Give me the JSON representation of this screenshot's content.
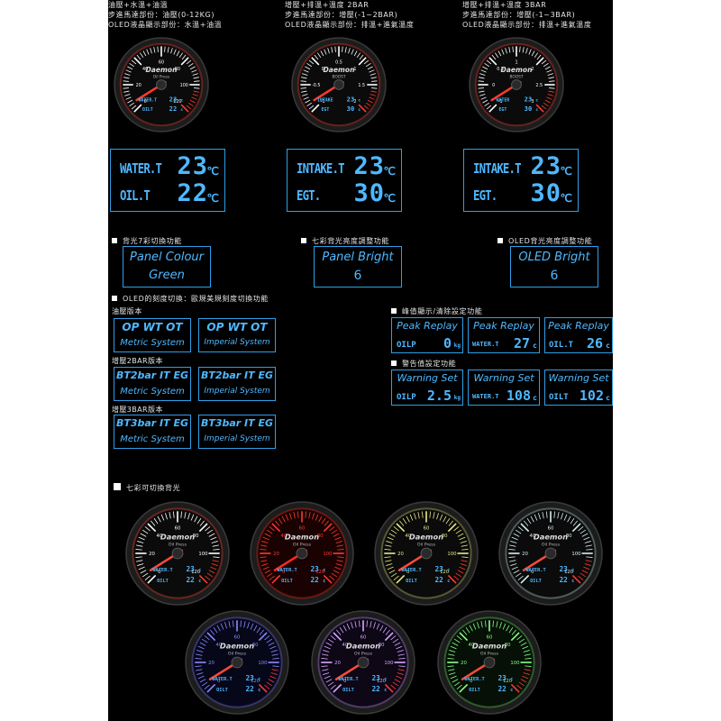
{
  "headers": [
    {
      "line1": "油壓+水溫+油溫",
      "line2": "步進馬達部份：油壓(0-12KG)",
      "line3": "OLED液晶顯示部份：水溫+油溫"
    },
    {
      "line1": "增壓+排溫+溫度 2BAR",
      "line2": "步進馬達部份：增壓(-1~2BAR)",
      "line3": "OLED液晶顯示部份：排溫+進氣溫度"
    },
    {
      "line1": "增壓+排溫+溫度 3BAR",
      "line2": "步進馬達部份：增壓(-1~3BAR)",
      "line3": "OLED液晶顯示部份：排溫+進氣溫度"
    }
  ],
  "gauge_text": {
    "brand": "Daemon",
    "sub_oil": "Oil Press",
    "sub_boost": "BOOST"
  },
  "top_gauges": [
    {
      "ticks": [
        "0",
        "20",
        "40",
        "60",
        "80",
        "100",
        "120"
      ],
      "lbl1": "WATER.T",
      "v1": "23",
      "lbl2": "OILT",
      "v2": "22",
      "unit": "c",
      "accent": "#ff3a2e"
    },
    {
      "ticks": [
        "-1",
        "-0.5",
        "0",
        "0.5",
        "1",
        "1.5",
        "2"
      ],
      "lbl1": "INTAKE",
      "v1": "23",
      "lbl2": "EGT",
      "v2": "30",
      "unit": "c",
      "accent": "#ff3a2e"
    },
    {
      "ticks": [
        "-1",
        "0",
        "0.5",
        "1",
        "2",
        "2.5",
        "3"
      ],
      "lbl1": "WATER",
      "v1": "23",
      "lbl2": "EGT",
      "v2": "30",
      "unit": "c",
      "accent": "#ff3a2e"
    }
  ],
  "big_displays": [
    {
      "label1": "WATER.T",
      "value1": "23",
      "unit1": "℃",
      "label2": "OIL.T",
      "value2": "22",
      "unit2": "℃"
    },
    {
      "label1": "INTAKE.T",
      "value1": "23",
      "unit1": "℃",
      "label2": "EGT.",
      "value2": "30",
      "unit2": "℃"
    },
    {
      "label1": "INTAKE.T",
      "value1": "23",
      "unit1": "℃",
      "label2": "EGT.",
      "value2": "30",
      "unit2": "℃"
    }
  ],
  "sections": {
    "backlight7": "背光7彩切換功能",
    "brightness7": "七彩背光亮度調整功能",
    "oled_brightness": "OLED背光亮度調整功能",
    "oled_scale": "OLED的刻度切換：歐規美規刻度切換功能",
    "peak": "峰值顯示/清除設定功能",
    "warning": "警告值設定功能",
    "seven_color": "七彩可切換背光"
  },
  "feature_boxes": {
    "panel_colour": {
      "line1": "Panel Colour",
      "line2": "Green"
    },
    "panel_bright": {
      "line1": "Panel Bright",
      "line2": "6"
    },
    "oled_bright": {
      "line1": "OLED Bright",
      "line2": "6"
    }
  },
  "versions": {
    "oil": "油壓版本",
    "bar2": "增壓2BAR版本",
    "bar3": "增壓3BAR版本"
  },
  "scale_boxes": [
    {
      "line1": "OP WT OT",
      "line2": "Metric  System"
    },
    {
      "line1": "OP WT OT",
      "line2": "Imperial System"
    },
    {
      "line1": "BT2bar IT EG",
      "line2": "Metric  System"
    },
    {
      "line1": "BT2bar IT EG",
      "line2": "Imperial System"
    },
    {
      "line1": "BT3bar IT EG",
      "line2": "Metric  System"
    },
    {
      "line1": "BT3bar IT EG",
      "line2": "Imperial System"
    }
  ],
  "peak_boxes": [
    {
      "title": "Peak Replay",
      "label": "OILP",
      "value": "0",
      "unit": "kg"
    },
    {
      "title": "Peak Replay",
      "label": "WATER.T",
      "value": "27",
      "unit": "c"
    },
    {
      "title": "Peak Replay",
      "label": "OIL.T",
      "value": "26",
      "unit": "c"
    }
  ],
  "warning_boxes": [
    {
      "title": "Warning Set",
      "label": "OILP",
      "value": "2.5",
      "unit": "kg"
    },
    {
      "title": "Warning Set",
      "label": "WATER.T",
      "value": "108",
      "unit": "c"
    },
    {
      "title": "Warning Set",
      "label": "OILT",
      "value": "102",
      "unit": "c"
    }
  ],
  "color_gauges": [
    {
      "accent": "#ff4a3a",
      "tick": "#ffffff",
      "face": "#0b0b0b",
      "glow": "#ff4a3a",
      "ticks": [
        "0",
        "20",
        "40",
        "60",
        "80",
        "100",
        "120"
      ],
      "lbl1": "WATER.T",
      "v1": "23",
      "lbl2": "OILT",
      "v2": "22",
      "unit": "c"
    },
    {
      "accent": "#ff2a1e",
      "tick": "#ff3a2e",
      "face": "#1a0202",
      "glow": "#ff2a1e",
      "ticks": [
        "0",
        "20",
        "40",
        "60",
        "80",
        "100",
        "120"
      ],
      "lbl1": "WATER.T",
      "v1": "23",
      "lbl2": "OILT",
      "v2": "22",
      "unit": "c"
    },
    {
      "accent": "#ff4a3a",
      "tick": "#e9e98a",
      "face": "#0b0b0b",
      "glow": "#d8d870",
      "ticks": [
        "0",
        "20",
        "40",
        "60",
        "80",
        "100",
        "120"
      ],
      "lbl1": "WATER.T",
      "v1": "23",
      "lbl2": "OILT",
      "v2": "22",
      "unit": "c"
    },
    {
      "accent": "#ff4a3a",
      "tick": "#d9f0f0",
      "face": "#0b0b0b",
      "glow": "#bfe4e4",
      "ticks": [
        "0",
        "20",
        "40",
        "60",
        "80",
        "100",
        "120"
      ],
      "lbl1": "WATER.T",
      "v1": "23",
      "lbl2": "OILT",
      "v2": "22",
      "unit": "c"
    },
    {
      "accent": "#ff4a3a",
      "tick": "#8a8cff",
      "face": "#07071a",
      "glow": "#7777ff",
      "ticks": [
        "0",
        "20",
        "40",
        "60",
        "80",
        "100",
        "120"
      ],
      "lbl1": "WATER.T",
      "v1": "23",
      "lbl2": "OILT",
      "v2": "22",
      "unit": "c"
    },
    {
      "accent": "#ff4a3a",
      "tick": "#d9a8ff",
      "face": "#0d0716",
      "glow": "#c38cf5",
      "ticks": [
        "0",
        "20",
        "40",
        "60",
        "80",
        "100",
        "120"
      ],
      "lbl1": "WATER.T",
      "v1": "23",
      "lbl2": "OILT",
      "v2": "22",
      "unit": "c"
    },
    {
      "accent": "#ff4a3a",
      "tick": "#8cff8c",
      "face": "#061006",
      "glow": "#66e066",
      "ticks": [
        "0",
        "20",
        "40",
        "60",
        "80",
        "100",
        "120"
      ],
      "lbl1": "WATER.T",
      "v1": "23",
      "lbl2": "OILT",
      "v2": "22",
      "unit": "c"
    }
  ]
}
